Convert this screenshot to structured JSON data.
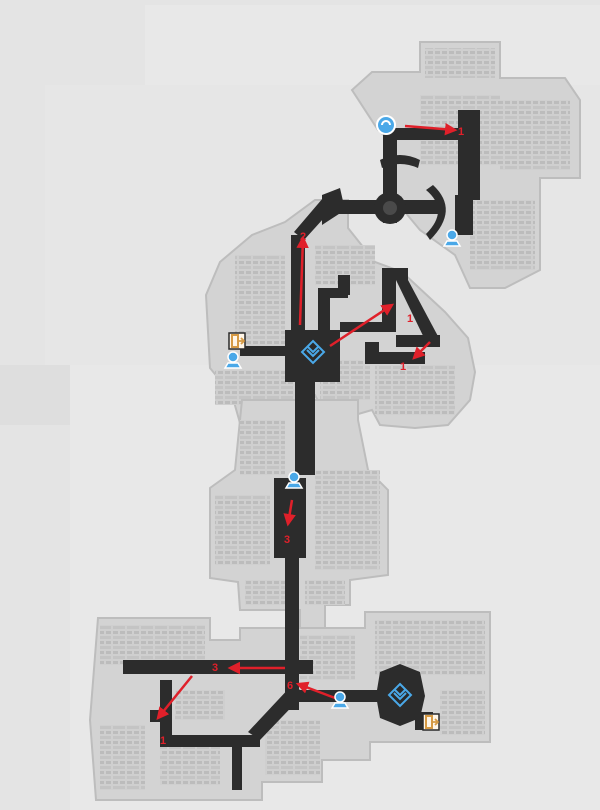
{
  "map": {
    "colors": {
      "background": "#e4e4e4",
      "region": "#d2d2d2",
      "region_border": "#bdbdbd",
      "rooms": "#b8b8b8",
      "corridor": "#2c2c2c",
      "route": "#e0202a",
      "waypoint": "#4aa8e8",
      "exit": "#d69a44"
    },
    "route_labels": [
      {
        "id": "arrow-1-top",
        "text": "1"
      },
      {
        "id": "arrow-2",
        "text": "2"
      },
      {
        "id": "arrow-1-mid-a",
        "text": "1"
      },
      {
        "id": "arrow-1-mid-b",
        "text": "1"
      },
      {
        "id": "arrow-3-center",
        "text": "3"
      },
      {
        "id": "arrow-3-bottom",
        "text": "3"
      },
      {
        "id": "arrow-6",
        "text": "6"
      },
      {
        "id": "arrow-1-bottom",
        "text": "1"
      }
    ],
    "markers": [
      {
        "type": "space-anchor",
        "icon": "space-anchor-icon"
      },
      {
        "type": "space-anchor",
        "icon": "space-anchor-icon"
      },
      {
        "type": "space-anchor",
        "icon": "space-anchor-icon"
      },
      {
        "type": "space-anchor",
        "icon": "space-anchor-icon"
      },
      {
        "type": "space-anchor",
        "icon": "space-anchor-icon"
      },
      {
        "type": "calyx",
        "icon": "calyx-icon"
      },
      {
        "type": "calyx",
        "icon": "calyx-icon"
      },
      {
        "type": "exit",
        "icon": "exit-door-icon"
      },
      {
        "type": "exit",
        "icon": "exit-door-icon"
      }
    ]
  }
}
